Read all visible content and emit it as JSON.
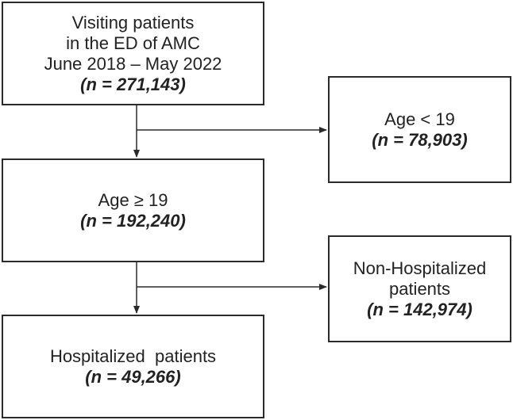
{
  "flowchart": {
    "visiting": {
      "lines": [
        "Visiting patients",
        "in the ED of AMC",
        "June 2018 – May 2022"
      ],
      "count": "(n = 271,143)"
    },
    "age_under_19": {
      "lines": [
        "Age < 19"
      ],
      "count": "(n = 78,903)"
    },
    "age_19_over": {
      "lines": [
        "Age ≥ 19"
      ],
      "count": "(n = 192,240)"
    },
    "non_hospitalized": {
      "lines": [
        "Non-Hospitalized",
        "patients"
      ],
      "count": "(n = 142,974)"
    },
    "hospitalized": {
      "lines": [
        "Hospitalized  patients"
      ],
      "count": "(n = 49,266)"
    }
  },
  "colors": {
    "border": "#2b2b2b",
    "text": "#222222",
    "background": "#ffffff"
  }
}
